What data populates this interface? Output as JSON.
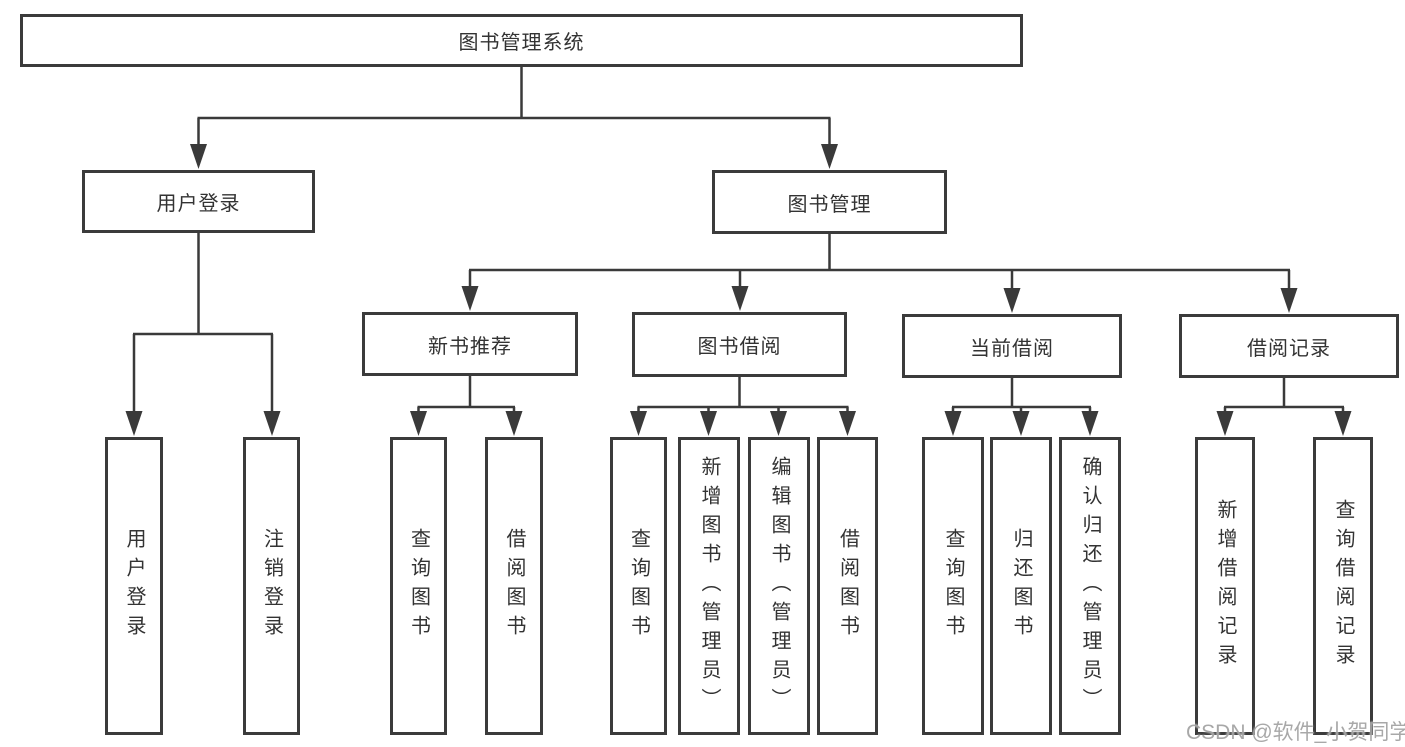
{
  "diagram": {
    "root": {
      "label": "图书管理系统"
    },
    "branches": [
      {
        "label": "用户登录",
        "children": [
          {
            "label": "用户登录"
          },
          {
            "label": "注销登录"
          }
        ]
      },
      {
        "label": "图书管理",
        "groups": [
          {
            "label": "新书推荐",
            "children": [
              {
                "label": "查询图书"
              },
              {
                "label": "借阅图书"
              }
            ]
          },
          {
            "label": "图书借阅",
            "children": [
              {
                "label": "查询图书"
              },
              {
                "label": "新增图书（管理员）"
              },
              {
                "label": "编辑图书（管理员）"
              },
              {
                "label": "借阅图书"
              }
            ]
          },
          {
            "label": "当前借阅",
            "children": [
              {
                "label": "查询图书"
              },
              {
                "label": "归还图书"
              },
              {
                "label": "确认归还（管理员）"
              }
            ]
          },
          {
            "label": "借阅记录",
            "children": [
              {
                "label": "新增借阅记录"
              },
              {
                "label": "查询借阅记录"
              }
            ]
          }
        ]
      }
    ],
    "watermark": "CSDN @软件_小贺同学",
    "line_color": "#3a3a3a",
    "background_color": "#ffffff"
  }
}
